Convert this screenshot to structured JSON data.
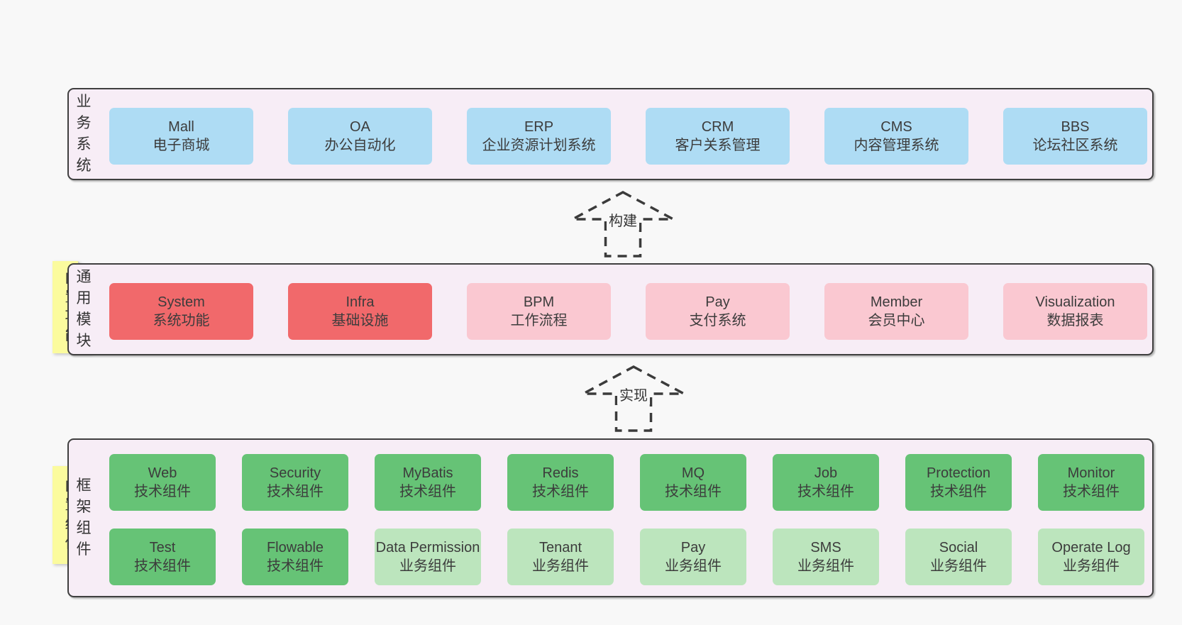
{
  "colors": {
    "page_bg": "#f8f8f8",
    "layer_bg": "#f7edf6",
    "layer_border": "#3f3f3f",
    "blue_box": "#aedcf4",
    "red_box": "#f1696b",
    "pink_box": "#fac8d1",
    "green_box": "#66c376",
    "light_green_box": "#bce5bd",
    "sticky_note_bg": "#fbfb9e",
    "sticky_fold": "#c9c9c9",
    "text": "#3c3c3c"
  },
  "layers": {
    "business": {
      "label": "业务系统",
      "boxes": [
        {
          "title": "Mall",
          "subtitle": "电子商城"
        },
        {
          "title": "OA",
          "subtitle": "办公自动化"
        },
        {
          "title": "ERP",
          "subtitle": "企业资源计划系统"
        },
        {
          "title": "CRM",
          "subtitle": "客户关系管理"
        },
        {
          "title": "CMS",
          "subtitle": "内容管理系统"
        },
        {
          "title": "BBS",
          "subtitle": "论坛社区系统"
        }
      ]
    },
    "modules": {
      "label": "通用模块",
      "sticky": "内置功能",
      "boxes": [
        {
          "title": "System",
          "subtitle": "系统功能",
          "variant": "red"
        },
        {
          "title": "Infra",
          "subtitle": "基础设施",
          "variant": "red"
        },
        {
          "title": "BPM",
          "subtitle": "工作流程",
          "variant": "pink"
        },
        {
          "title": "Pay",
          "subtitle": "支付系统",
          "variant": "pink"
        },
        {
          "title": "Member",
          "subtitle": "会员中心",
          "variant": "pink"
        },
        {
          "title": "Visualization",
          "subtitle": "数据报表",
          "variant": "pink"
        }
      ]
    },
    "components": {
      "label": "框架组件",
      "sticky": "内置组件",
      "row1": [
        {
          "title": "Web",
          "subtitle": "技术组件",
          "variant": "green"
        },
        {
          "title": "Security",
          "subtitle": "技术组件",
          "variant": "green"
        },
        {
          "title": "MyBatis",
          "subtitle": "技术组件",
          "variant": "green"
        },
        {
          "title": "Redis",
          "subtitle": "技术组件",
          "variant": "green"
        },
        {
          "title": "MQ",
          "subtitle": "技术组件",
          "variant": "green"
        },
        {
          "title": "Job",
          "subtitle": "技术组件",
          "variant": "green"
        },
        {
          "title": "Protection",
          "subtitle": "技术组件",
          "variant": "green"
        },
        {
          "title": "Monitor",
          "subtitle": "技术组件",
          "variant": "green"
        }
      ],
      "row2": [
        {
          "title": "Test",
          "subtitle": "技术组件",
          "variant": "green"
        },
        {
          "title": "Flowable",
          "subtitle": "技术组件",
          "variant": "green"
        },
        {
          "title": "Data Permission",
          "subtitle": "业务组件",
          "variant": "lightgreen"
        },
        {
          "title": "Tenant",
          "subtitle": "业务组件",
          "variant": "lightgreen"
        },
        {
          "title": "Pay",
          "subtitle": "业务组件",
          "variant": "lightgreen"
        },
        {
          "title": "SMS",
          "subtitle": "业务组件",
          "variant": "lightgreen"
        },
        {
          "title": "Social",
          "subtitle": "业务组件",
          "variant": "lightgreen"
        },
        {
          "title": "Operate Log",
          "subtitle": "业务组件",
          "variant": "lightgreen"
        }
      ]
    }
  },
  "arrows": {
    "build": "构建",
    "implement": "实现"
  }
}
